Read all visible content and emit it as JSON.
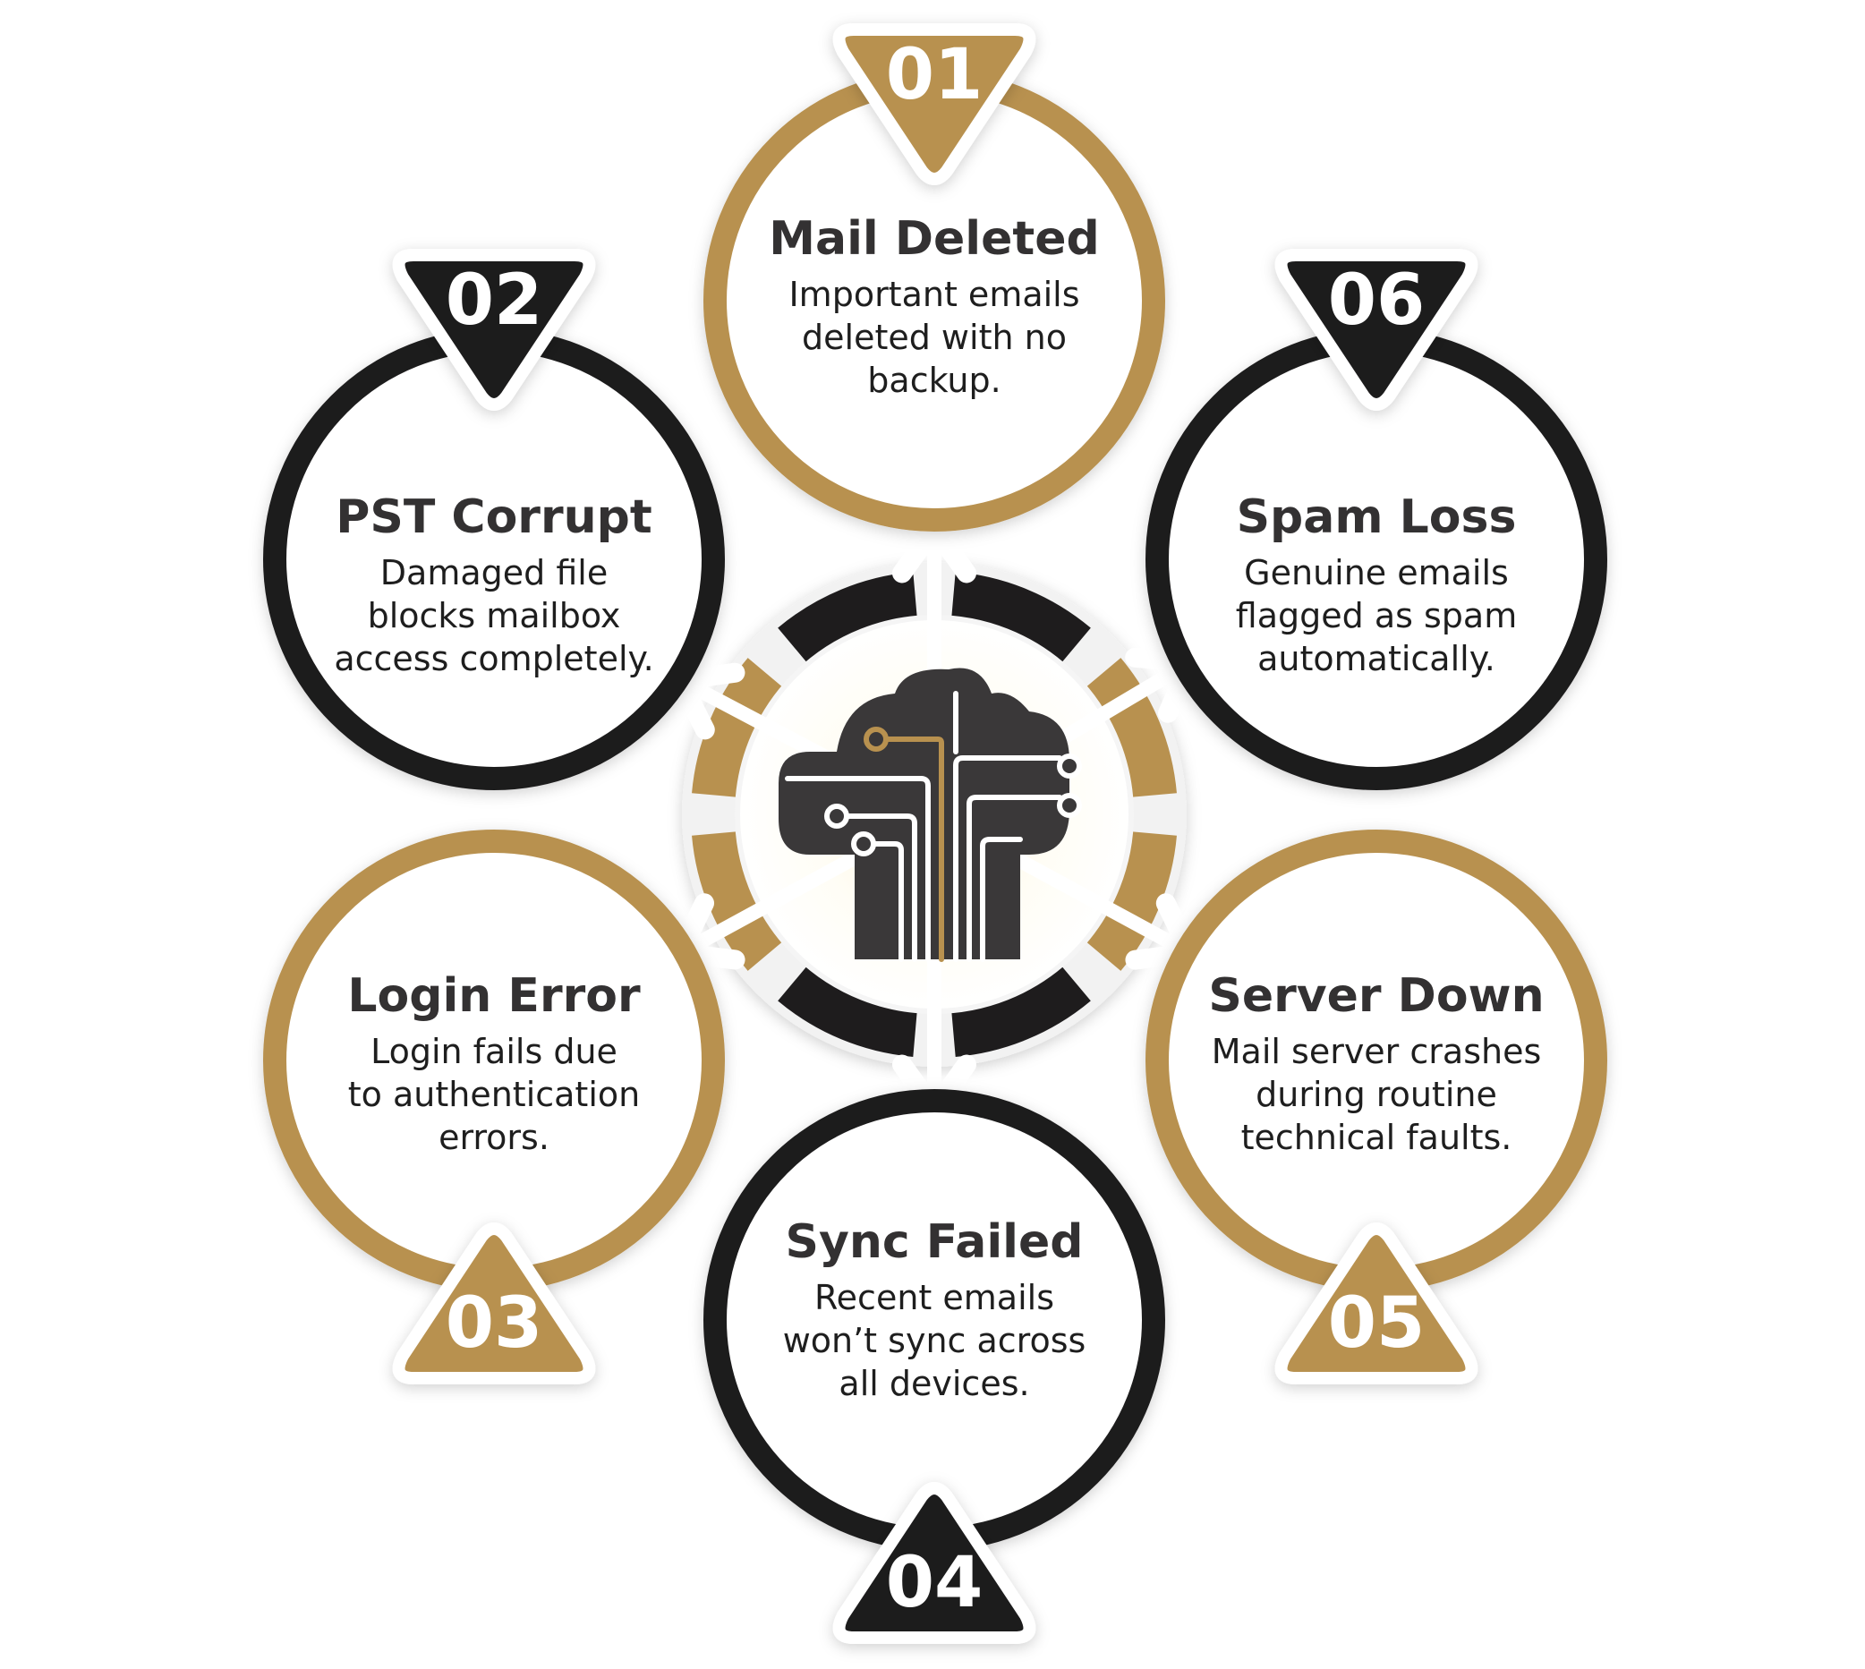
{
  "colors": {
    "gold": "#b8914f",
    "dark": "#1e1c1d",
    "text": "#333132",
    "arrow": "#ffffff",
    "hub_fill": "#3a3839"
  },
  "center": {
    "icon": "cloud-circuit-icon"
  },
  "items": [
    {
      "number": "01",
      "title": "Mail Deleted",
      "desc": [
        "Important emails",
        "deleted with no",
        "backup."
      ],
      "color": "gold",
      "badge_position": "top"
    },
    {
      "number": "02",
      "title": "PST Corrupt",
      "desc": [
        "Damaged file",
        "blocks mailbox",
        "access completely."
      ],
      "color": "dark",
      "badge_position": "top"
    },
    {
      "number": "03",
      "title": "Login Error",
      "desc": [
        "Login fails due",
        "to authentication",
        "errors."
      ],
      "color": "gold",
      "badge_position": "bottom"
    },
    {
      "number": "04",
      "title": "Sync Failed",
      "desc": [
        "Recent emails",
        "won’t sync across",
        "all devices."
      ],
      "color": "dark",
      "badge_position": "bottom"
    },
    {
      "number": "05",
      "title": "Server Down",
      "desc": [
        "Mail server crashes",
        "during routine",
        "technical faults."
      ],
      "color": "gold",
      "badge_position": "bottom"
    },
    {
      "number": "06",
      "title": "Spam Loss",
      "desc": [
        "Genuine emails",
        "flagged as spam",
        "automatically."
      ],
      "color": "dark",
      "badge_position": "top"
    }
  ]
}
